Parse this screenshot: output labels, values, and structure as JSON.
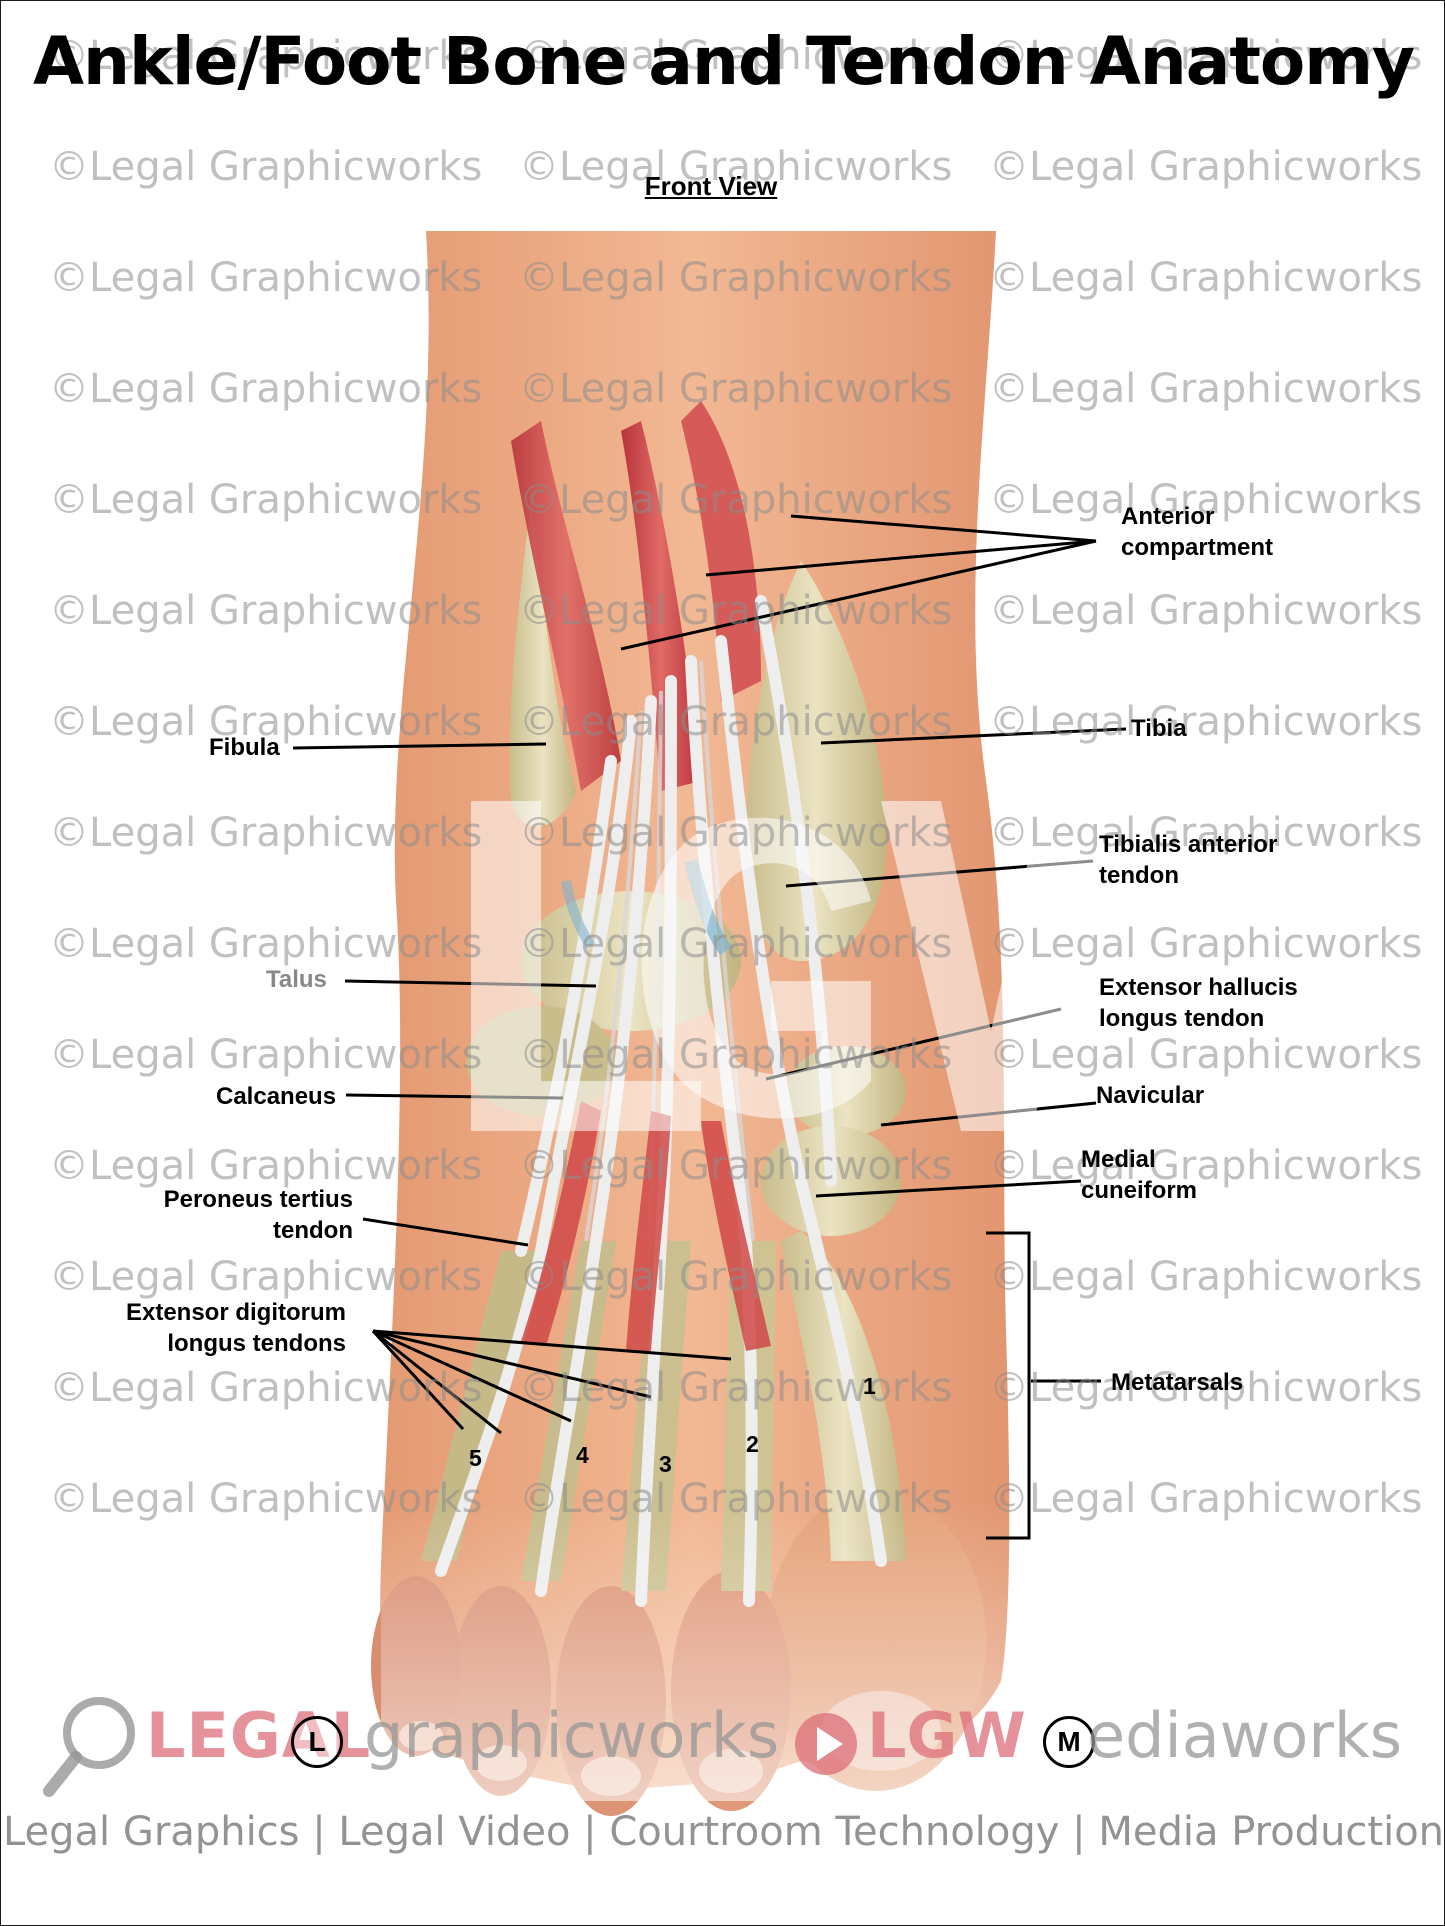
{
  "title": "Ankle/Foot Bone and Tendon Anatomy",
  "subtitle": "Front View",
  "watermark_text": "©Legal Graphicworks",
  "labels": {
    "anterior_compartment": [
      "Anterior",
      "compartment"
    ],
    "fibula": "Fibula",
    "tibia": "Tibia",
    "tibialis_anterior": [
      "Tibialis anterior",
      "tendon"
    ],
    "talus": "Talus",
    "extensor_hallucis": [
      "Extensor hallucis",
      "longus tendon"
    ],
    "calcaneus": "Calcaneus",
    "navicular": "Navicular",
    "medial_cuneiform": [
      "Medial",
      "cuneiform"
    ],
    "peroneus_tertius": [
      "Peroneus tertius",
      "tendon"
    ],
    "extensor_digitorum": [
      "Extensor digitorum",
      "longus tendons"
    ],
    "metatarsals": "Metatarsals"
  },
  "metatarsal_numbers": [
    "1",
    "2",
    "3",
    "4",
    "5"
  ],
  "branding": {
    "legal": "LEGAL",
    "graphicworks": "graphicworks",
    "lgw": "LGW",
    "mediaworks": "ediaworks",
    "letter_l": "L",
    "letter_m": "M",
    "tagline": "Legal Graphics | Legal Video | Courtroom Technology | Media Production"
  },
  "center_logo": "LGW",
  "colors": {
    "skin": "#e8a27a",
    "muscle": "#c9403f",
    "bone": "#d9cfa3",
    "tendon": "#e9e9ea",
    "brand_red": "#dc6e78"
  }
}
